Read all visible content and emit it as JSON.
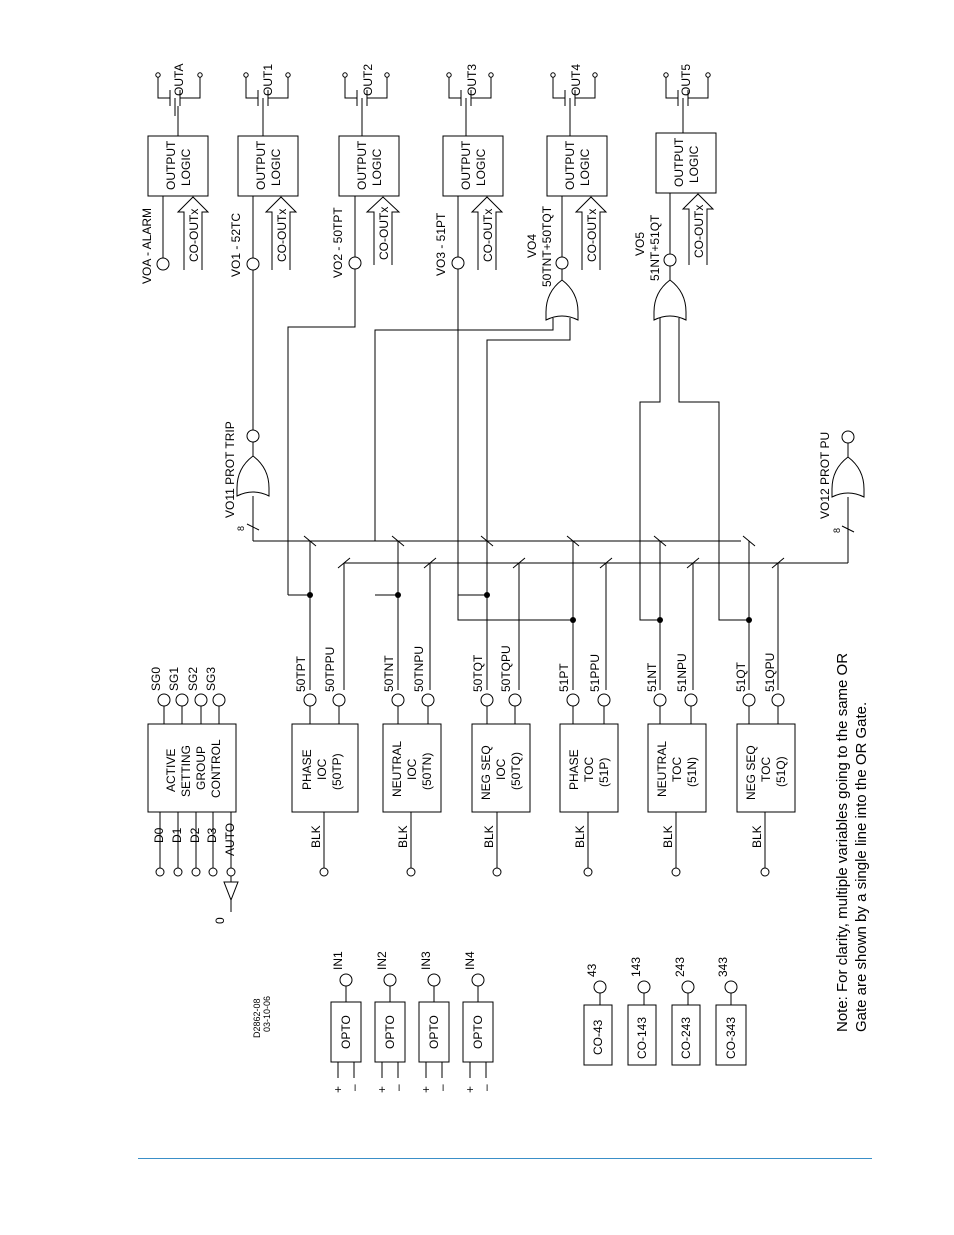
{
  "figure": {
    "drawing_number": "D2862-08",
    "drawing_date": "03-10-06",
    "note_line1": "Note: For clarity, multiple variables going to the same OR",
    "note_line2": "Gate are shown by a single line into the OR Gate."
  },
  "outputs": [
    {
      "contact": "OUTA",
      "logic": [
        "OUTPUT",
        "LOGIC"
      ],
      "override": "CO-OUTx",
      "signal": "VOA - ALARM"
    },
    {
      "contact": "OUT1",
      "logic": [
        "OUTPUT",
        "LOGIC"
      ],
      "override": "CO-OUTx",
      "signal": "VO1 - 52TC"
    },
    {
      "contact": "OUT2",
      "logic": [
        "OUTPUT",
        "LOGIC"
      ],
      "override": "CO-OUTx",
      "signal": "VO2 - 50TPT"
    },
    {
      "contact": "OUT3",
      "logic": [
        "OUTPUT",
        "LOGIC"
      ],
      "override": "CO-OUTx",
      "signal": "VO3 - 51PT"
    },
    {
      "contact": "OUT4",
      "logic": [
        "OUTPUT",
        "LOGIC"
      ],
      "override": "CO-OUTx",
      "signal": "VO4",
      "signal2": "50TNT+50TQT"
    },
    {
      "contact": "OUT5",
      "logic": [
        "OUTPUT",
        "LOGIC"
      ],
      "override": "CO-OUTx",
      "signal": "VO5",
      "signal2": "51NT+51QT"
    }
  ],
  "gates": {
    "vo11": "VO11 PROT TRIP",
    "vo12": "VO12 PROT PU",
    "bus_width": "8"
  },
  "setting_group": {
    "lines": [
      "ACTIVE",
      "SETTING",
      "GROUP",
      "CONTROL"
    ],
    "outputs": [
      "SG0",
      "SG1",
      "SG2",
      "SG3"
    ],
    "inputs": [
      "D0",
      "D1",
      "D2",
      "D3",
      "AUTO"
    ],
    "auto_default": "0"
  },
  "protection": [
    {
      "lines": [
        "PHASE",
        "IOC",
        "(50TP)"
      ],
      "trip": "50TPT",
      "pickup": "50TPPU",
      "block": "BLK"
    },
    {
      "lines": [
        "NEUTRAL",
        "IOC",
        "(50TN)"
      ],
      "trip": "50TNT",
      "pickup": "50TNPU",
      "block": "BLK"
    },
    {
      "lines": [
        "NEG SEQ",
        "IOC",
        "(50TQ)"
      ],
      "trip": "50TQT",
      "pickup": "50TQPU",
      "block": "BLK"
    },
    {
      "lines": [
        "PHASE",
        "TOC",
        "(51P)"
      ],
      "trip": "51PT",
      "pickup": "51PPU",
      "block": "BLK"
    },
    {
      "lines": [
        "NEUTRAL",
        "TOC",
        "(51N)"
      ],
      "trip": "51NT",
      "pickup": "51NPU",
      "block": "BLK"
    },
    {
      "lines": [
        "NEG SEQ",
        "TOC",
        "(51Q)"
      ],
      "trip": "51QT",
      "pickup": "51QPU",
      "block": "BLK"
    }
  ],
  "inputs": [
    {
      "label": "OPTO",
      "signal": "IN1"
    },
    {
      "label": "OPTO",
      "signal": "IN2"
    },
    {
      "label": "OPTO",
      "signal": "IN3"
    },
    {
      "label": "OPTO",
      "signal": "IN4"
    }
  ],
  "input_terminals": {
    "plus": "+",
    "minus": "–"
  },
  "virtual_switches": [
    {
      "label": "CO-43",
      "signal": "43"
    },
    {
      "label": "CO-143",
      "signal": "143"
    },
    {
      "label": "CO-243",
      "signal": "243"
    },
    {
      "label": "CO-343",
      "signal": "343"
    }
  ]
}
